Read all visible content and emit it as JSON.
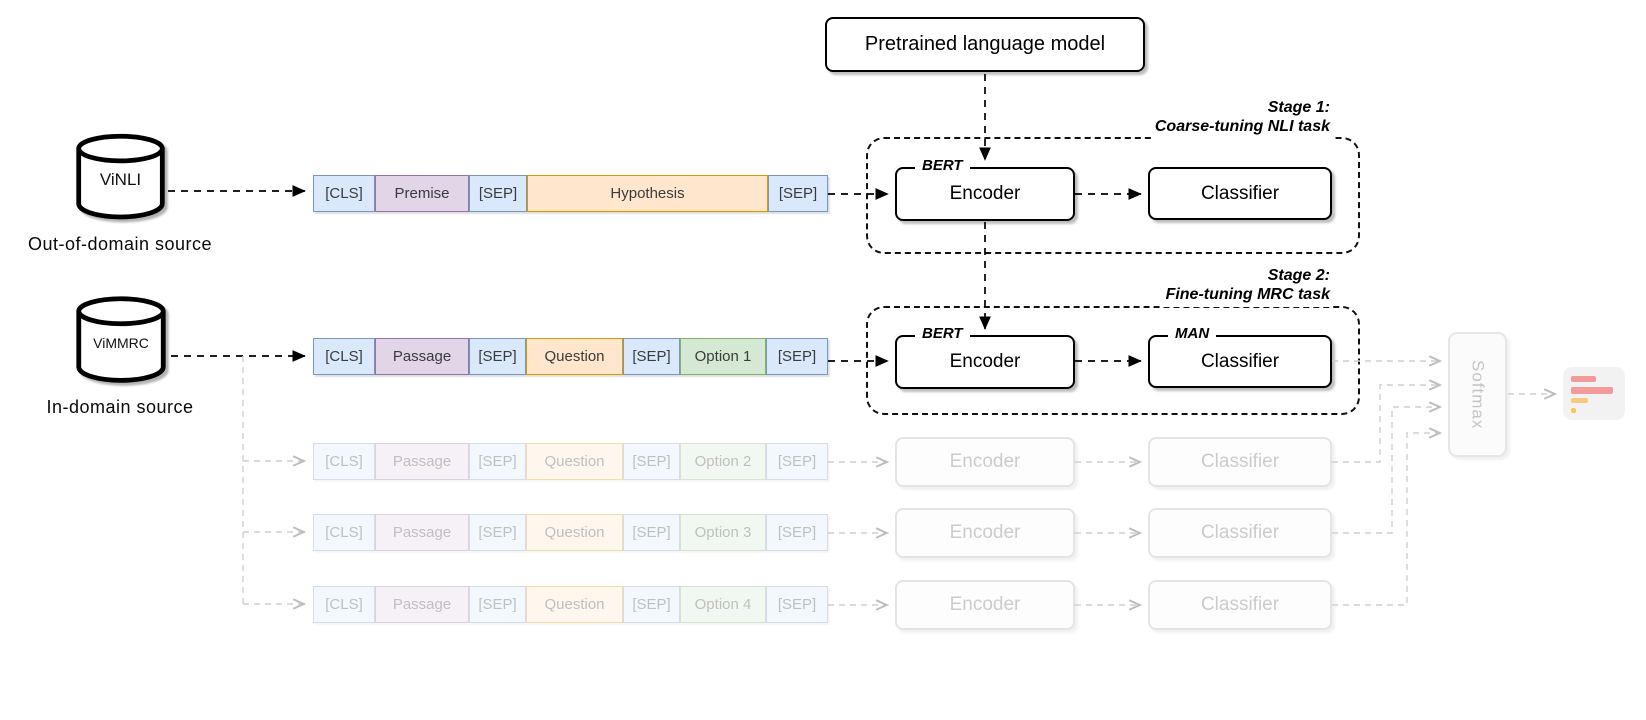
{
  "title_box": {
    "label": "Pretrained language model"
  },
  "sources": [
    {
      "name": "ViNLI",
      "caption": "Out-of-domain source",
      "icon": "database-cylinder-icon"
    },
    {
      "name": "ViMMRC",
      "caption": "In-domain source",
      "icon": "database-cylinder-icon"
    }
  ],
  "token_rows": [
    {
      "faded": false,
      "tokens": [
        {
          "label": "[CLS]",
          "type": "special"
        },
        {
          "label": "Premise",
          "type": "segment-purple"
        },
        {
          "label": "[SEP]",
          "type": "special"
        },
        {
          "label": "Hypothesis",
          "type": "segment-orange"
        },
        {
          "label": "[SEP]",
          "type": "special"
        }
      ]
    },
    {
      "faded": false,
      "tokens": [
        {
          "label": "[CLS]",
          "type": "special"
        },
        {
          "label": "Passage",
          "type": "segment-purple"
        },
        {
          "label": "[SEP]",
          "type": "special"
        },
        {
          "label": "Question",
          "type": "segment-orange"
        },
        {
          "label": "[SEP]",
          "type": "special"
        },
        {
          "label": "Option 1",
          "type": "segment-green"
        },
        {
          "label": "[SEP]",
          "type": "special"
        }
      ]
    },
    {
      "faded": true,
      "tokens": [
        {
          "label": "[CLS]",
          "type": "special"
        },
        {
          "label": "Passage",
          "type": "segment-purple"
        },
        {
          "label": "[SEP]",
          "type": "special"
        },
        {
          "label": "Question",
          "type": "segment-orange"
        },
        {
          "label": "[SEP]",
          "type": "special"
        },
        {
          "label": "Option 2",
          "type": "segment-green"
        },
        {
          "label": "[SEP]",
          "type": "special"
        }
      ]
    },
    {
      "faded": true,
      "tokens": [
        {
          "label": "[CLS]",
          "type": "special"
        },
        {
          "label": "Passage",
          "type": "segment-purple"
        },
        {
          "label": "[SEP]",
          "type": "special"
        },
        {
          "label": "Question",
          "type": "segment-orange"
        },
        {
          "label": "[SEP]",
          "type": "special"
        },
        {
          "label": "Option 3",
          "type": "segment-green"
        },
        {
          "label": "[SEP]",
          "type": "special"
        }
      ]
    },
    {
      "faded": true,
      "tokens": [
        {
          "label": "[CLS]",
          "type": "special"
        },
        {
          "label": "Passage",
          "type": "segment-purple"
        },
        {
          "label": "[SEP]",
          "type": "special"
        },
        {
          "label": "Question",
          "type": "segment-orange"
        },
        {
          "label": "[SEP]",
          "type": "special"
        },
        {
          "label": "Option 4",
          "type": "segment-green"
        },
        {
          "label": "[SEP]",
          "type": "special"
        }
      ]
    }
  ],
  "stages": [
    {
      "title_line1": "Stage 1:",
      "title_line2": "Coarse-tuning NLI task",
      "encoder": {
        "tag": "BERT",
        "label": "Encoder"
      },
      "classifier": {
        "tag": "",
        "label": "Classifier"
      }
    },
    {
      "title_line1": "Stage 2:",
      "title_line2": "Fine-tuning MRC task",
      "encoder": {
        "tag": "BERT",
        "label": "Encoder"
      },
      "classifier": {
        "tag": "MAN",
        "label": "Classifier"
      }
    }
  ],
  "faded_pipelines": [
    {
      "encoder": "Encoder",
      "classifier": "Classifier"
    },
    {
      "encoder": "Encoder",
      "classifier": "Classifier"
    },
    {
      "encoder": "Encoder",
      "classifier": "Classifier"
    }
  ],
  "softmax": {
    "label": "Softmax"
  },
  "result_icon": {
    "name": "prediction-result-icon",
    "bar_colors": [
      "#f29b98",
      "#f29b98",
      "#f8c880",
      "#f2cb4e"
    ]
  },
  "colors": {
    "token_special_fill": "#dae8fc",
    "token_special_border": "#6c8ebf",
    "token_purple_fill": "#e1d5e7",
    "token_purple_border": "#9673a6",
    "token_orange_fill": "#ffe6cc",
    "token_orange_border": "#d79b00",
    "token_green_fill": "#d5e8d4",
    "token_green_border": "#82b366",
    "faded_gray": "#cfcfcf",
    "box_border": "#000000"
  }
}
